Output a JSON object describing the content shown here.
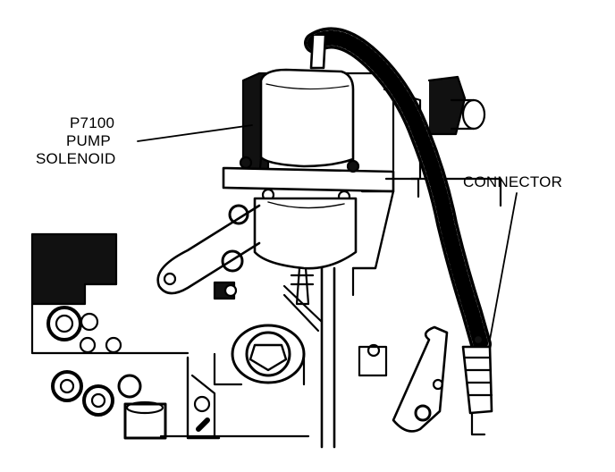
{
  "diagram": {
    "callouts": {
      "solenoid": [
        "P7100",
        "PUMP",
        "SOLENOID"
      ],
      "connector": "CONNECTOR"
    }
  }
}
